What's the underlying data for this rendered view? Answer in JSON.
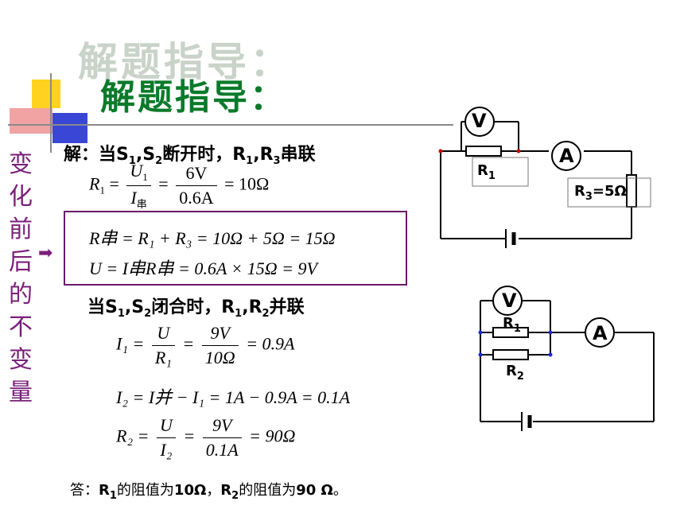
{
  "title": "解题指导：",
  "side_label": [
    "变",
    "化",
    "前",
    "后",
    "的",
    "不",
    "变",
    "量"
  ],
  "part1": {
    "intro_a": "解：当",
    "intro_s1": "S",
    "intro_s1_sub": "1",
    "intro_comma": ",",
    "intro_s2": "S",
    "intro_s2_sub": "2",
    "intro_b": "断开时，",
    "intro_r1": "R",
    "intro_r1_sub": "1",
    "intro_comma2": ",",
    "intro_r3": "R",
    "intro_r3_sub": "3",
    "intro_c": "串联",
    "eq1_left": "R",
    "eq1_left_sub": "1",
    "eq1_num": "U",
    "eq1_num_sub": "1",
    "eq1_den": "I",
    "eq1_den_sub": "串",
    "eq1_num2": "6V",
    "eq1_den2": "0.6A",
    "eq1_result": "= 10Ω",
    "box_eq1": "R串 = R₁ + R₃ = 10Ω + 5Ω = 15Ω",
    "box_eq2": "U = I串R串 = 0.6A × 15Ω = 9V"
  },
  "part2": {
    "intro_a": "当",
    "intro_s1": "S",
    "intro_s1_sub": "1",
    "intro_comma": ",",
    "intro_s2": "S",
    "intro_s2_sub": "2",
    "intro_b": "闭合时，",
    "intro_r1": "R",
    "intro_r1_sub": "1",
    "intro_comma2": ",",
    "intro_r2": "R",
    "intro_r2_sub": "2",
    "intro_c": "并联",
    "eq1_left": "I₁ =",
    "eq1_num": "U",
    "eq1_den": "R₁",
    "eq1_num2": "9V",
    "eq1_den2": "10Ω",
    "eq1_result": "= 0.9A",
    "eq2": "I₂ = I并 − I₁ = 1A − 0.9A = 0.1A",
    "eq3_left": "R₂ =",
    "eq3_num": "U",
    "eq3_den": "I₂",
    "eq3_num2": "9V",
    "eq3_den2": "0.1A",
    "eq3_result": "= 90Ω"
  },
  "answer": {
    "a": "答：",
    "r1": "R",
    "r1_sub": "1",
    "b": "的阻值为",
    "v1": "10Ω",
    "c": "，",
    "r2": "R",
    "r2_sub": "2",
    "d": "的阻值为",
    "v2": "90 Ω",
    "e": "。"
  },
  "circuit1": {
    "voltmeter": "V",
    "ammeter": "A",
    "r1_label": "R",
    "r1_sub": "1",
    "r3_label": "R",
    "r3_sub": "3",
    "r3_value": "=5Ω"
  },
  "circuit2": {
    "voltmeter": "V",
    "ammeter": "A",
    "r1_label": "R",
    "r1_sub": "1",
    "r2_label": "R",
    "r2_sub": "2"
  }
}
